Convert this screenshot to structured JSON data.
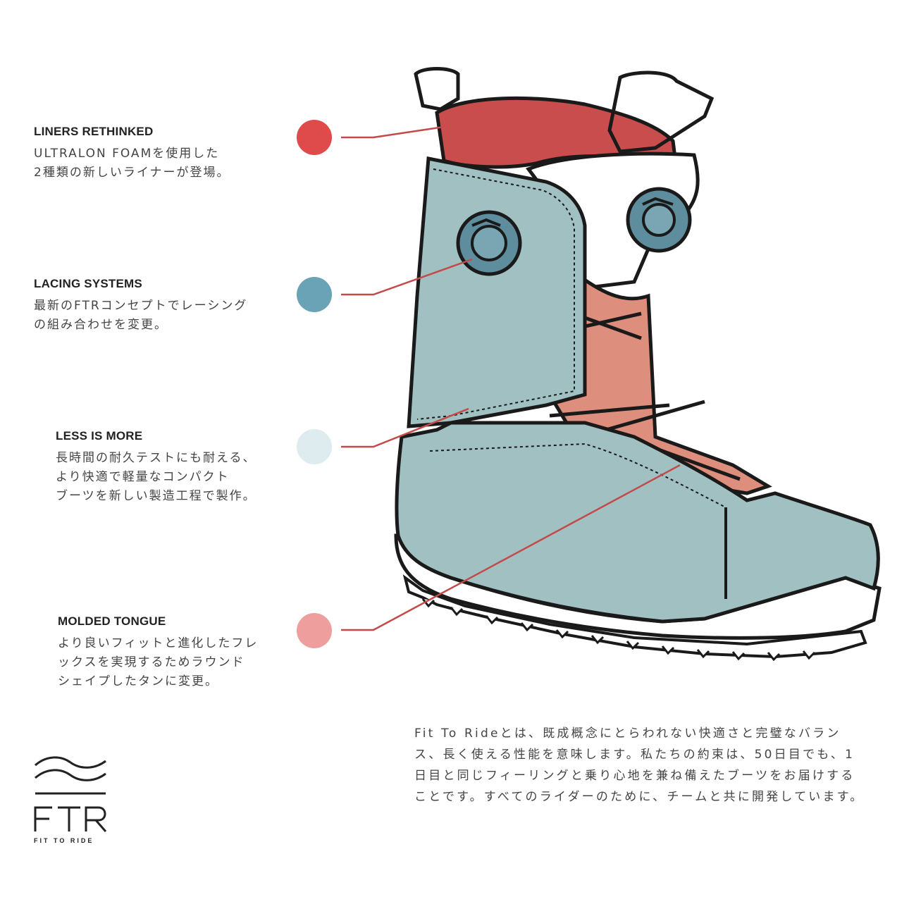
{
  "features": [
    {
      "title": "LINERS RETHINKED",
      "body": "ULTRALON FOAMを使用した\n2種類の新しいライナーが登場。",
      "color": "#df4a4a"
    },
    {
      "title": "LACING SYSTEMS",
      "body": "最新のFTRコンセプトでレーシング\nの組み合わせを変更。",
      "color": "#6aa3b5"
    },
    {
      "title": "LESS IS MORE",
      "body": "長時間の耐久テストにも耐える、\nより快適で軽量なコンパクト\nブーツを新しい製造工程で製作。",
      "color": "#deecef"
    },
    {
      "title": "MOLDED TONGUE",
      "body": "より良いフィットと進化したフレ\nックスを実現するためラウンド\nシェイプしたタンに変更。",
      "color": "#ee9e9d"
    }
  ],
  "logo": {
    "mark": "FTR",
    "caption": "FIT TO RIDE"
  },
  "description": "Fit To Rideとは、既成概念にとらわれない快適さと完璧なバランス、長く使える性能を意味します。私たちの約束は、50日目でも、1日目と同じフィーリングと乗り心地を兼ね備えたブーツをお届けすることです。すべてのライダーのために、チームと共に開発しています。",
  "colors": {
    "leader_line": "#c44a4a",
    "boot_shell": "#a0c0c2",
    "boot_liner": "#c94d4d",
    "boot_tongue": "#dd8e7c",
    "boa_dial": "#5e8e9e",
    "outline": "#1a1a1a"
  }
}
